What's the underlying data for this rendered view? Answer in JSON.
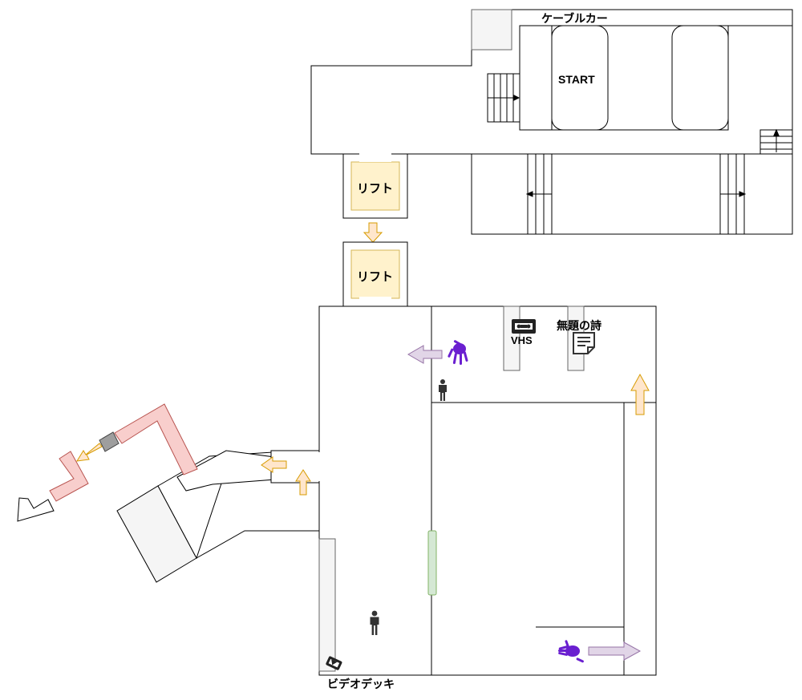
{
  "labels": {
    "cablecar": "ケーブルカー",
    "start": "START",
    "lift_top": "リフト",
    "lift_bottom": "リフト",
    "vhs": "VHS",
    "poem": "無題の詩",
    "video_deck": "ビデオデッキ"
  },
  "colors": {
    "lift_fill": "#fff2cc",
    "lift_stroke": "#d6b656",
    "arrow_orange": "#ffe6cc",
    "arrow_orange_stroke": "#d79b00",
    "arrow_purple": "#e1d5e7",
    "arrow_purple_stroke": "#9673a6",
    "pink_path": "#f8cecc",
    "pink_stroke": "#b85450",
    "green_bar": "#d5e8d4",
    "green_stroke": "#82b366",
    "gray_fill": "#f5f5f5",
    "hand_icon": "#6a1fd0"
  },
  "icons": [
    "person-icon",
    "hand-icon",
    "vhs-tape-icon",
    "document-icon",
    "camera-icon",
    "stairs-icon"
  ]
}
